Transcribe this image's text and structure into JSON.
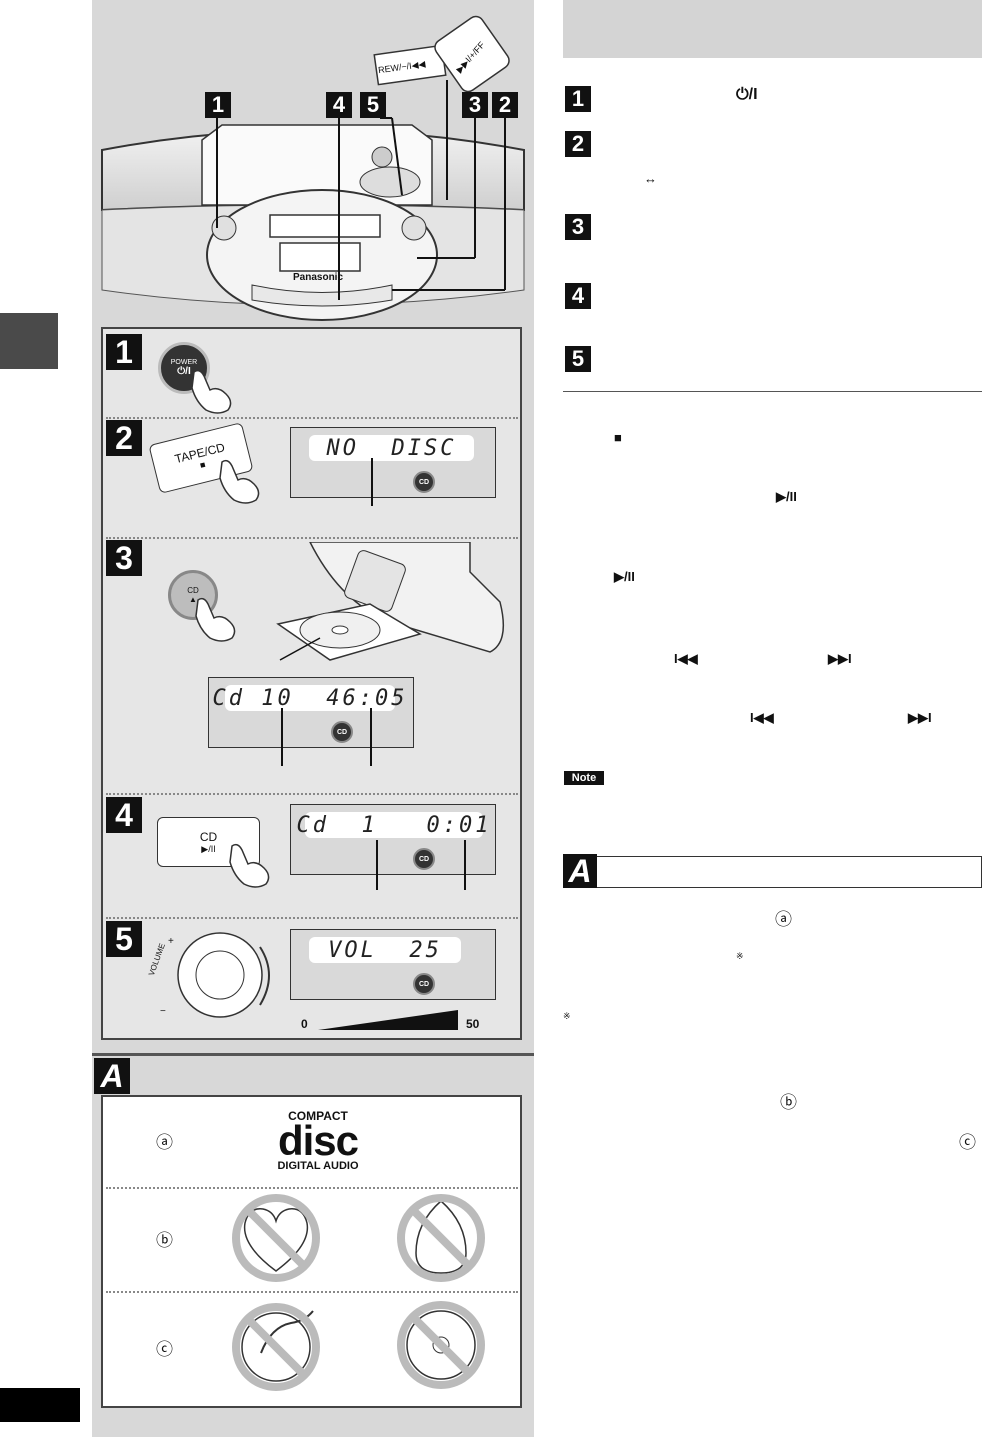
{
  "colors": {
    "left_column": "#d8d8d8",
    "panel": "#e6e6e6",
    "header_bar": "#d4d4d4",
    "step_box": "#111111"
  },
  "device": {
    "rew_label": "REW/−/I◀◀",
    "ff_label": "▶▶I/+/FF",
    "brand": "Panasonic",
    "callouts": [
      "1",
      "4",
      "5",
      "3",
      "2"
    ]
  },
  "steps": [
    {
      "num": "1",
      "button_label_top": "POWER",
      "button_label_bottom": "⏻/I"
    },
    {
      "num": "2",
      "button_label": "TAPE/CD",
      "button_sub": "■",
      "display": "NO  DISC",
      "badge": "CD"
    },
    {
      "num": "3",
      "button_label": "CD",
      "button_sub": "▲",
      "display": "Cd 10  46:05",
      "badge": "CD"
    },
    {
      "num": "4",
      "button_label": "CD",
      "button_sub": "▶/II",
      "display": "Cd  1   0:01",
      "badge": "CD"
    },
    {
      "num": "5",
      "knob_label": "VOLUME",
      "knob_plus": "+",
      "knob_minus": "−",
      "display": "VOL  25",
      "badge": "CD",
      "vol_min": "0",
      "vol_max": "50"
    }
  ],
  "section_a": {
    "letter": "A",
    "items": [
      {
        "mark": "ⓐ",
        "logo_top": "COMPACT",
        "logo_mid": "disc",
        "logo_bottom": "DIGITAL AUDIO"
      },
      {
        "mark": "ⓑ"
      },
      {
        "mark": "ⓒ"
      }
    ]
  },
  "right": {
    "steps": [
      {
        "num": "1",
        "symbol": "⏻/I"
      },
      {
        "num": "2",
        "symbol": "↔"
      },
      {
        "num": "3"
      },
      {
        "num": "4"
      },
      {
        "num": "5"
      }
    ],
    "symbols": {
      "stop": "■",
      "play_pause_1": "▶/II",
      "play_pause_2": "▶/II",
      "skip_back_1": "I◀◀",
      "skip_fwd_1": "▶▶I",
      "skip_back_2": "I◀◀",
      "skip_fwd_2": "▶▶I",
      "mark_a": "ⓐ",
      "asterisk_1": "※",
      "asterisk_2": "※",
      "mark_b": "ⓑ",
      "mark_c": "ⓒ"
    },
    "note_label": "Note",
    "a_letter": "A"
  }
}
